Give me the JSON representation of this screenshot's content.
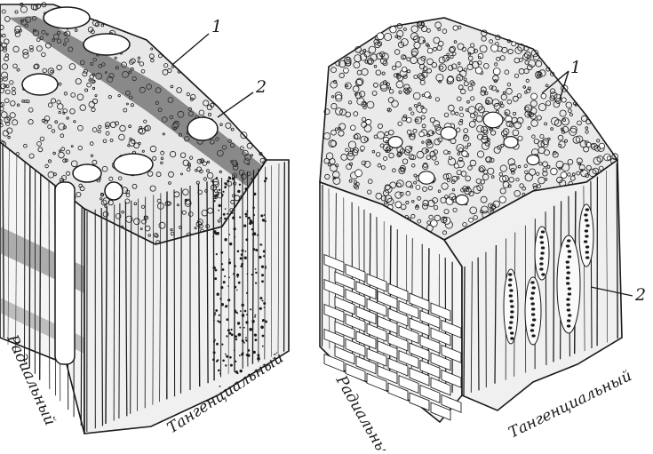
{
  "figures": [
    {
      "label_1": "1",
      "label_2": "2",
      "radial": "Радиальный",
      "tangential": "Тангенциальный"
    },
    {
      "label_1": "1",
      "label_2": "2",
      "radial": "Радиальный",
      "tangential": "Тангенциальный"
    }
  ],
  "colors": {
    "ink": "#1a1a1a",
    "paper": "#ffffff",
    "shade": "#bdbdbd"
  }
}
